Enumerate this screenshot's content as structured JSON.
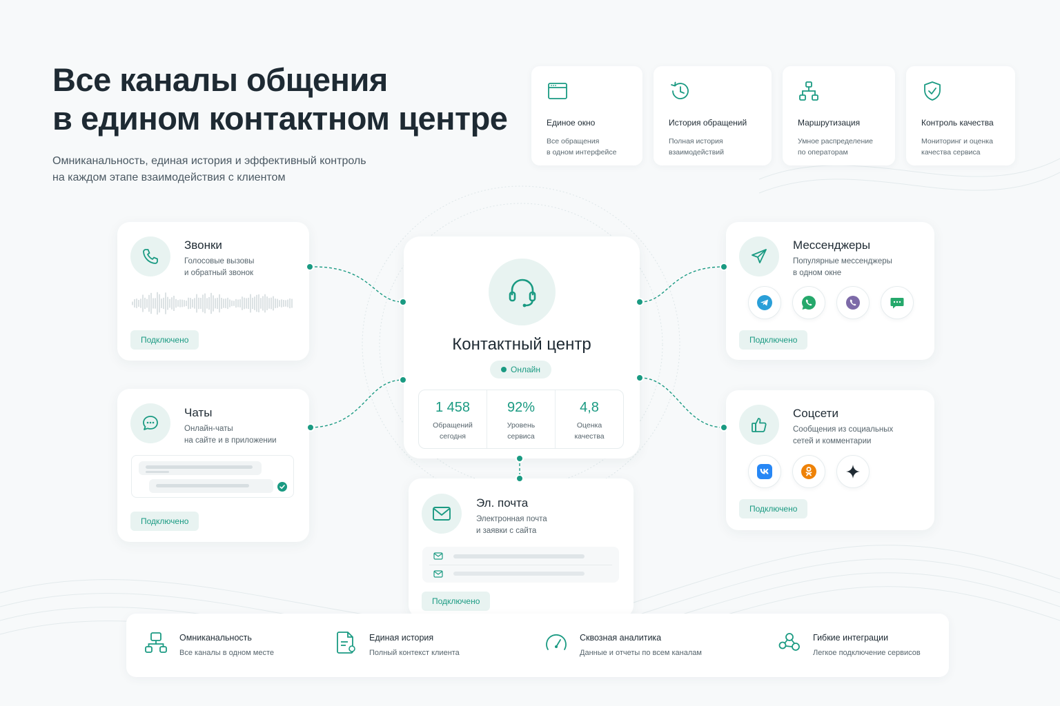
{
  "hero": {
    "title_line1": "Все каналы общения",
    "title_line2": "в едином контактном центре",
    "subtitle_line1": "Омниканальность, единая история и эффективный контроль",
    "subtitle_line2": "на каждом этапе взаимодействия с клиентом"
  },
  "features": [
    {
      "title": "Единое окно",
      "desc1": "Все обращения",
      "desc2": "в одном интерфейсе",
      "icon": "window-icon"
    },
    {
      "title": "История обращений",
      "desc1": "Полная история",
      "desc2": "взаимодействий",
      "icon": "history-icon"
    },
    {
      "title": "Маршрутизация",
      "desc1": "Умное распределение",
      "desc2": "по операторам",
      "icon": "routing-icon"
    },
    {
      "title": "Контроль качества",
      "desc1": "Мониторинг и оценка",
      "desc2": "качества сервиса",
      "icon": "shield-check-icon"
    }
  ],
  "calls": {
    "title": "Звонки",
    "desc1": "Голосовые вызовы",
    "desc2": "и обратный звонок",
    "status": "Подключено",
    "icon": "phone-icon"
  },
  "chats": {
    "title": "Чаты",
    "desc1": "Онлайн-чаты",
    "desc2": "на сайте и в приложении",
    "status": "Подключено",
    "icon": "chat-icon"
  },
  "center": {
    "title": "Контактный центр",
    "status": "Онлайн",
    "icon": "headset-icon",
    "stats": [
      {
        "value": "1 458",
        "label1": "Обращений",
        "label2": "сегодня"
      },
      {
        "value": "92%",
        "label1": "Уровень",
        "label2": "сервиса"
      },
      {
        "value": "4,8",
        "label1": "Оценка",
        "label2": "качества"
      }
    ]
  },
  "email": {
    "title": "Эл. почта",
    "desc1": "Электронная почта",
    "desc2": "и заявки с сайта",
    "status": "Подключено",
    "icon": "mail-icon"
  },
  "messengers": {
    "title": "Мессенджеры",
    "desc1": "Популярные мессенджеры",
    "desc2": "в одном окне",
    "status": "Подключено",
    "icon": "send-icon",
    "apps": [
      "telegram-icon",
      "whatsapp-icon",
      "viber-icon",
      "message-icon"
    ]
  },
  "social": {
    "title": "Соцсети",
    "desc1": "Сообщения из социальных",
    "desc2": "сетей и комментарии",
    "status": "Подключено",
    "icon": "thumbs-up-icon",
    "apps": [
      "vk-icon",
      "odnoklassniki-icon",
      "sparkle-icon"
    ]
  },
  "bottom": [
    {
      "title": "Омниканальность",
      "desc": "Все каналы в одном месте",
      "icon": "network-icon"
    },
    {
      "title": "Единая история",
      "desc": "Полный контекст клиента",
      "icon": "document-icon"
    },
    {
      "title": "Сквозная аналитика",
      "desc": "Данные и отчеты по всем каналам",
      "icon": "gauge-icon"
    },
    {
      "title": "Гибкие интеграции",
      "desc": "Легкое подключение сервисов",
      "icon": "integrations-icon"
    }
  ],
  "colors": {
    "accent": "#1a9a82",
    "accent_light": "#e8f3f1",
    "telegram": "#2a9fd8",
    "whatsapp": "#25a86b",
    "viber": "#7d6aa8",
    "vk": "#2787f5",
    "ok": "#ee8208"
  }
}
